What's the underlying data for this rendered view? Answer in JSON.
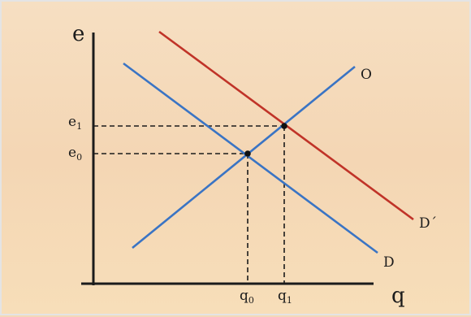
{
  "axes": {
    "y_label": "e",
    "x_label": "q"
  },
  "curves": {
    "supply": {
      "label": "O",
      "color": "#3a74c4"
    },
    "demand": {
      "label": "D",
      "color": "#3a74c4"
    },
    "demand_shifted": {
      "label": "D´",
      "color": "#c03328"
    }
  },
  "ticks": {
    "e0": {
      "base": "e",
      "sub": "0"
    },
    "e1": {
      "base": "e",
      "sub": "1"
    },
    "q0": {
      "base": "q",
      "sub": "0"
    },
    "q1": {
      "base": "q",
      "sub": "1"
    }
  },
  "colors": {
    "axis": "#1b1b1b",
    "guide": "#1b1b1b",
    "point": "#111111"
  }
}
